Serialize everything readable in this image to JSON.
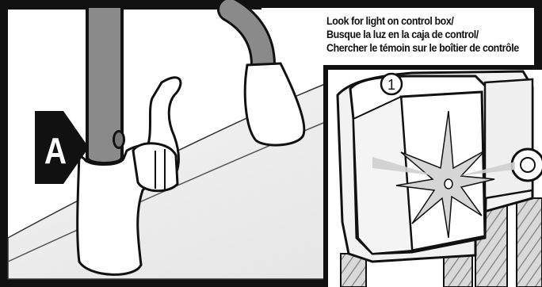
{
  "callout": {
    "label": "A"
  },
  "caption": {
    "lines": [
      "Look for light on control box/",
      "Busque la luz en la caja de control/",
      "Chercher le témoin sur le boîtier de contrôle"
    ]
  },
  "inset": {
    "module_number": "1"
  },
  "colors": {
    "frame": "#111111",
    "faucet_body": "#ffffff",
    "hose": "#8a8a8a",
    "counter_shade": "#ebebeb",
    "light_burst": "#bdbdbd"
  }
}
